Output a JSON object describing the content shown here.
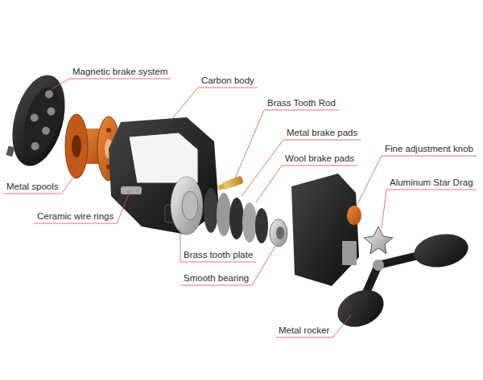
{
  "diagram": {
    "labels": [
      "Magnetic brake system",
      "Carbon body",
      "Brass Tooth Rod",
      "Metal brake pads",
      "Wool brake pads",
      "Fine adjustment knob",
      "Aluminum Star Drag",
      "Metal spools",
      "Ceramic wire rings",
      "Brass tooth plate",
      "Smooth bearing",
      "Metal rocker"
    ]
  }
}
